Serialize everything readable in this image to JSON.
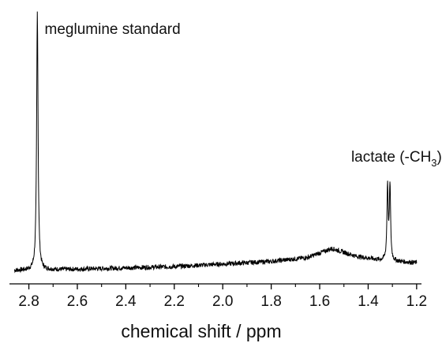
{
  "chart_data": {
    "type": "line",
    "title": "",
    "xlabel": "chemical shift / ppm",
    "ylabel": "",
    "xlim": [
      2.88,
      1.18
    ],
    "x_reversed": true,
    "grid": false,
    "legend": "none",
    "x_ticks": [
      2.8,
      2.6,
      2.4,
      2.2,
      2.0,
      1.8,
      1.6,
      1.4,
      1.2
    ],
    "x_tick_labels": [
      "2.8",
      "2.6",
      "2.4",
      "2.2",
      "2.0",
      "1.8",
      "1.6",
      "1.4",
      "1.2"
    ],
    "series": [
      {
        "line_color": "#000000",
        "peaks": [
          {
            "center": 2.765,
            "height": 1.0,
            "width": 0.0035
          },
          {
            "center": 1.32,
            "height": 0.29,
            "width": 0.003
          },
          {
            "center": 1.31,
            "height": 0.29,
            "width": 0.003
          }
        ],
        "baseline": [
          [
            2.86,
            0.0
          ],
          [
            2.6,
            0.005
          ],
          [
            2.4,
            0.01
          ],
          [
            2.2,
            0.015
          ],
          [
            2.0,
            0.025
          ],
          [
            1.8,
            0.035
          ],
          [
            1.65,
            0.05
          ],
          [
            1.55,
            0.085
          ],
          [
            1.45,
            0.055
          ],
          [
            1.35,
            0.04
          ],
          [
            1.28,
            0.035
          ],
          [
            1.2,
            0.03
          ]
        ]
      }
    ],
    "annotations": [
      {
        "text": "meglumine standard",
        "x": 2.735,
        "y": 0.985
      },
      {
        "text": "lactate (-CH",
        "subscript": "3",
        "suffix": ")",
        "x": 1.47,
        "y": 0.42
      }
    ]
  }
}
